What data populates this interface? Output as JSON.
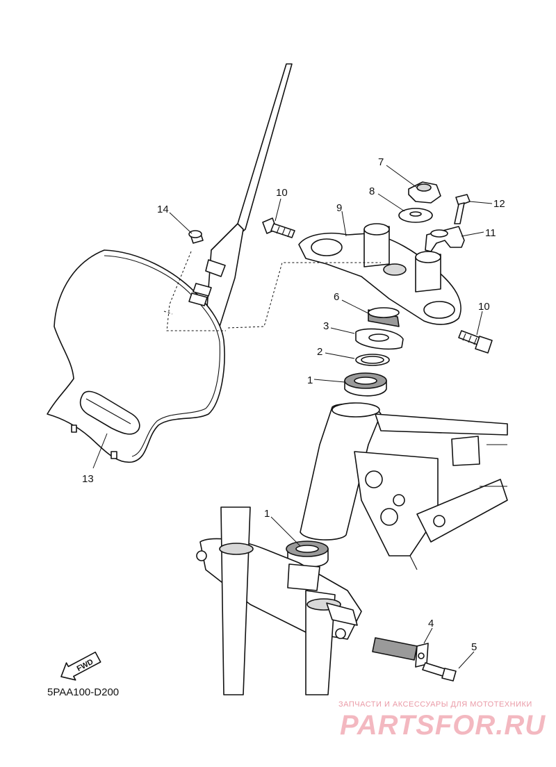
{
  "diagram": {
    "code": "5PAA100-D200",
    "direction_badge": "FWD",
    "part_labels": {
      "p1_upper": "1",
      "p1_lower": "1",
      "p2": "2",
      "p3": "3",
      "p4": "4",
      "p5": "5",
      "p6": "6",
      "p7": "7",
      "p8": "8",
      "p9": "9",
      "p10_left": "10",
      "p10_right": "10",
      "p11": "11",
      "p12": "12",
      "p13": "13",
      "p14": "14"
    }
  },
  "watermark": {
    "caption": "ЗАПЧАСТИ И АКСЕССУАРЫ ДЛЯ МОТОТЕХНИКИ",
    "logo": "PARTSFOR.RU"
  }
}
